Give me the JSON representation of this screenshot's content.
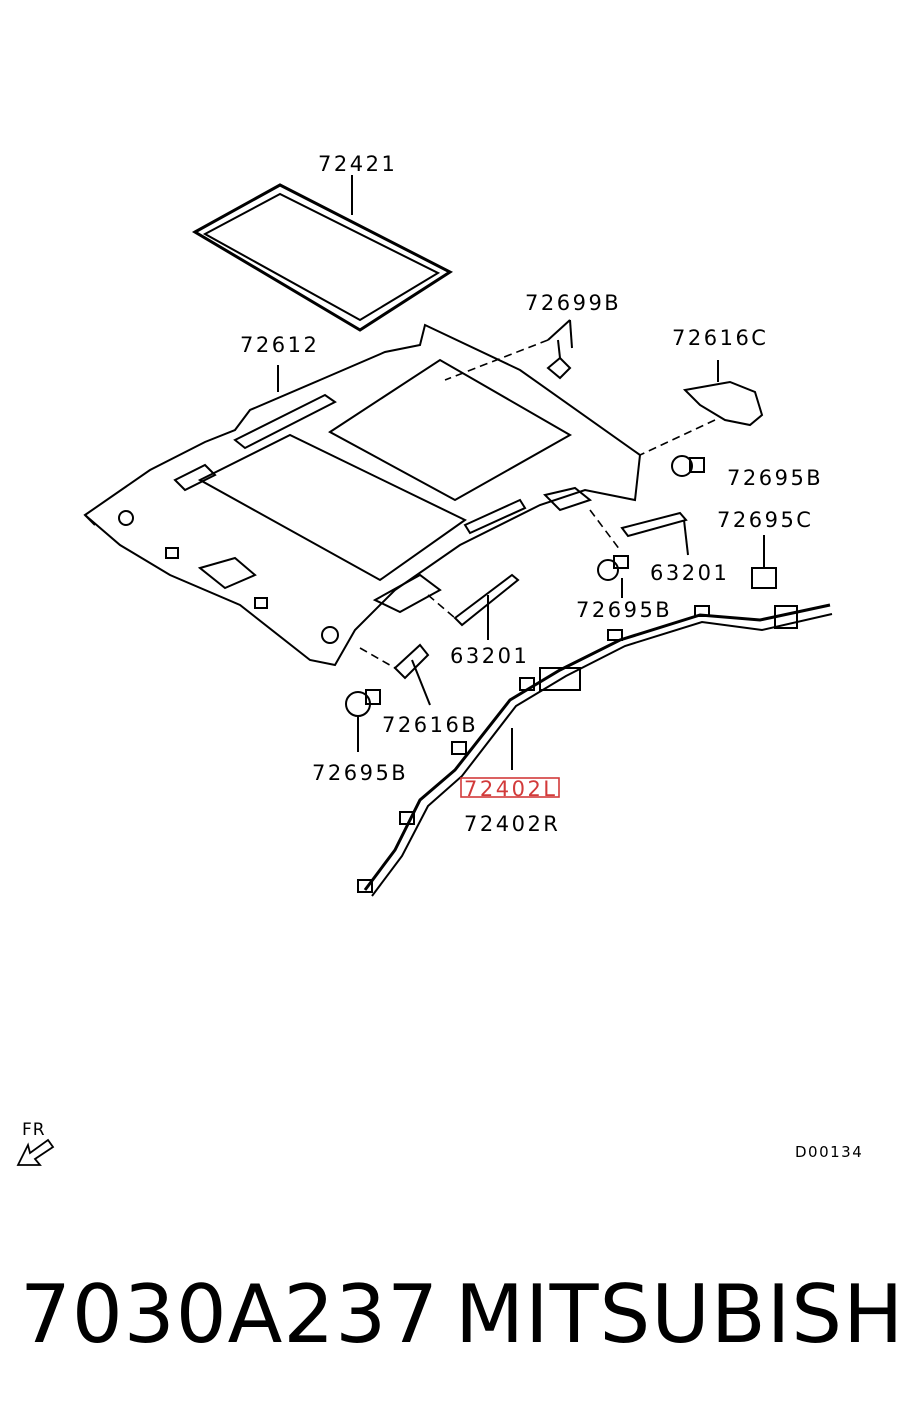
{
  "diagram": {
    "labels": {
      "sunroof_glass": "72421",
      "headliner": "72612",
      "clip_top": "72699B",
      "bracket_right": "72616C",
      "clip_right_upper": "72695B",
      "clip_right_c": "72695C",
      "grip_right": "63201",
      "clip_mid": "72695B",
      "grip_left": "63201",
      "bracket_left": "72616B",
      "clip_left": "72695B",
      "airbag_left": "72402L",
      "airbag_right": "72402R"
    },
    "highlight_color": "#d23a3a",
    "direction_label": "FR",
    "drawing_code": "D00134"
  },
  "footer": {
    "part_number": "7030A237",
    "brand": "MITSUBISHI"
  }
}
